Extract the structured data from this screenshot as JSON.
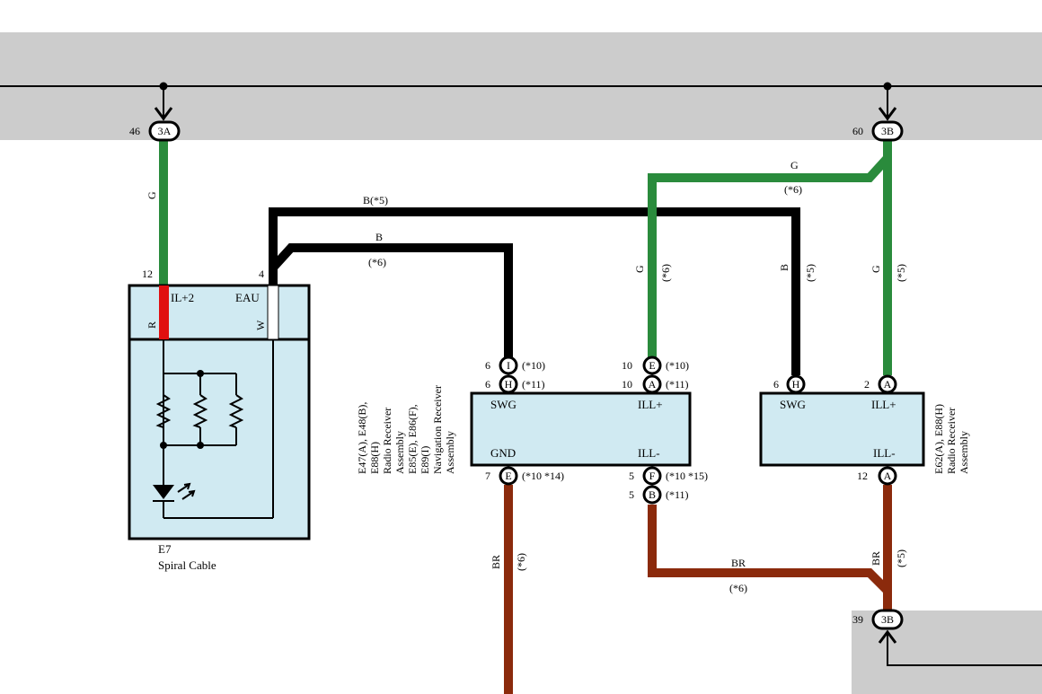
{
  "colors": {
    "green_wire": "#2a8b3c",
    "black_wire": "#000000",
    "brown_wire": "#8b2a0c",
    "red_wire": "#e01010",
    "white_wire": "#ffffff",
    "component_fill": "#d0eaf2",
    "bus_band": "#cccccc"
  },
  "connectors": {
    "c3a_top": {
      "id": "3A",
      "pin": "46"
    },
    "c3b_top": {
      "id": "3B",
      "pin": "60"
    },
    "c3b_bottom": {
      "id": "3B",
      "pin": "39"
    }
  },
  "wires": {
    "w_g_left": "G",
    "w_b5": "B(*5)",
    "w_b6": "B",
    "w_b6_note": "(*6)",
    "w_g_top": "G",
    "w_g_top_note": "(*6)",
    "w_g_mid": "G",
    "w_g_mid_note": "(*6)",
    "w_b_right": "B",
    "w_b_right_note": "(*5)",
    "w_g_right": "G",
    "w_g_right_note": "(*5)",
    "w_br_left": "BR",
    "w_br_left_note": "(*6)",
    "w_br_bottom": "BR",
    "w_br_bottom_note": "(*6)",
    "w_br_right": "BR",
    "w_br_right_note": "(*5)"
  },
  "spiral_cable": {
    "code": "E7",
    "name": "Spiral Cable",
    "pin_il": "12",
    "label_il": "IL+2",
    "pin_eau": "4",
    "label_eau": "EAU",
    "wire_r": "R",
    "wire_w": "W"
  },
  "nav_receiver": {
    "label_lines": [
      "E47(A), E48(B),",
      "E88(H)",
      "Radio Receiver",
      "Assembly",
      "E85(E), E86(F),",
      "E89(I)",
      "Navigation Receiver",
      "Assembly"
    ],
    "swg": "SWG",
    "illp": "ILL+",
    "gnd": "GND",
    "illm": "ILL-",
    "pins": {
      "p_i": {
        "num": "6",
        "id": "I",
        "note": "(*10)"
      },
      "p_h": {
        "num": "6",
        "id": "H",
        "note": "(*11)"
      },
      "p_e_top": {
        "num": "10",
        "id": "E",
        "note": "(*10)"
      },
      "p_a": {
        "num": "10",
        "id": "A",
        "note": "(*11)"
      },
      "p_e_bottom": {
        "num": "7",
        "id": "E",
        "note": "(*10 *14)"
      },
      "p_f": {
        "num": "5",
        "id": "F",
        "note": "(*10 *15)"
      },
      "p_b": {
        "num": "5",
        "id": "B",
        "note": "(*11)"
      }
    }
  },
  "radio_receiver": {
    "label_lines": [
      "E62(A), E88(H)",
      "Radio Receiver",
      "Assembly"
    ],
    "swg": "SWG",
    "illp": "ILL+",
    "illm": "ILL-",
    "pins": {
      "p_h": {
        "num": "6",
        "id": "H"
      },
      "p_a_top": {
        "num": "2",
        "id": "A"
      },
      "p_a_bottom": {
        "num": "12",
        "id": "A"
      }
    }
  }
}
